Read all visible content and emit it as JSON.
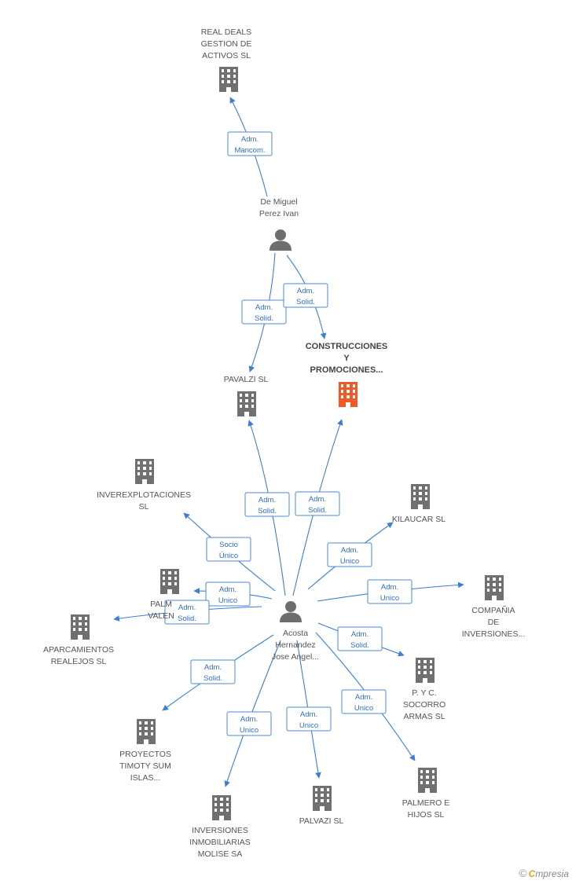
{
  "colors": {
    "company": "#707070",
    "focus_company": "#f05a28",
    "person": "#6e6e6e",
    "edge": "#3b7dd8",
    "label_border": "#4a8ad8",
    "label_text": "#2f6fc0"
  },
  "nodes": [
    {
      "id": "real_deals",
      "type": "company",
      "icon": "building-icon",
      "lines": [
        "REAL DEALS",
        "GESTION DE",
        "ACTIVOS  SL"
      ]
    },
    {
      "id": "de_miguel",
      "type": "person",
      "icon": "person-icon",
      "lines": [
        "De Miguel",
        "Perez Ivan"
      ]
    },
    {
      "id": "construcciones",
      "type": "company",
      "focus": true,
      "icon": "building-icon",
      "lines": [
        "CONSTRUCCIONES",
        "Y",
        "PROMOCIONES..."
      ]
    },
    {
      "id": "pavalzi",
      "type": "company",
      "icon": "building-icon",
      "lines": [
        "PAVALZI SL"
      ]
    },
    {
      "id": "inverexplotaciones",
      "type": "company",
      "icon": "building-icon",
      "lines": [
        "INVEREXPLOTACIONES",
        "SL"
      ]
    },
    {
      "id": "kilaucar",
      "type": "company",
      "icon": "building-icon",
      "lines": [
        "KILAUCAR SL"
      ]
    },
    {
      "id": "palmero_valencia",
      "type": "company",
      "icon": "building-icon",
      "lines": [
        "PALM",
        "VALEN"
      ]
    },
    {
      "id": "aparcamientos",
      "type": "company",
      "icon": "building-icon",
      "lines": [
        "APARCAMIENTOS",
        "REALEJOS SL"
      ]
    },
    {
      "id": "compania",
      "type": "company",
      "icon": "building-icon",
      "lines": [
        "COMPAÑIA",
        "DE",
        "INVERSIONES..."
      ]
    },
    {
      "id": "acosta",
      "type": "person",
      "icon": "person-icon",
      "lines": [
        "Acosta",
        "Hernandez",
        "Jose Angel..."
      ]
    },
    {
      "id": "pyc_socorro",
      "type": "company",
      "icon": "building-icon",
      "lines": [
        "P. Y C.",
        "SOCORRO",
        "ARMAS SL"
      ]
    },
    {
      "id": "proyectos_timoty",
      "type": "company",
      "icon": "building-icon",
      "lines": [
        "PROYECTOS",
        "TIMOTY SUM",
        "ISLAS..."
      ]
    },
    {
      "id": "palmero_hijos",
      "type": "company",
      "icon": "building-icon",
      "lines": [
        "PALMERO E",
        "HIJOS SL"
      ]
    },
    {
      "id": "palvazi",
      "type": "company",
      "icon": "building-icon",
      "lines": [
        "PALVAZI SL"
      ]
    },
    {
      "id": "inversiones_molise",
      "type": "company",
      "icon": "building-icon",
      "lines": [
        "INVERSIONES",
        "INMOBILIARIAS",
        "MOLISE SA"
      ]
    }
  ],
  "edges": [
    {
      "id": "e1",
      "from": "de_miguel",
      "to": "real_deals",
      "label": [
        "Adm.",
        "Mancom."
      ]
    },
    {
      "id": "e2",
      "from": "de_miguel",
      "to": "pavalzi",
      "label": [
        "Adm.",
        "Solid."
      ]
    },
    {
      "id": "e3",
      "from": "de_miguel",
      "to": "construcciones",
      "label": [
        "Adm.",
        "Solid."
      ]
    },
    {
      "id": "e4",
      "from": "acosta",
      "to": "pavalzi",
      "label": [
        "Adm.",
        "Solid."
      ]
    },
    {
      "id": "e5",
      "from": "acosta",
      "to": "construcciones",
      "label": [
        "Adm.",
        "Solid."
      ]
    },
    {
      "id": "e6",
      "from": "acosta",
      "to": "inverexplotaciones",
      "label": [
        "Socio",
        "Único"
      ]
    },
    {
      "id": "e7",
      "from": "acosta",
      "to": "kilaucar",
      "label": [
        "Adm.",
        "Unico"
      ]
    },
    {
      "id": "e8",
      "from": "acosta",
      "to": "palmero_valencia",
      "label": [
        "Adm.",
        "Unico"
      ]
    },
    {
      "id": "e9",
      "from": "acosta",
      "to": "aparcamientos",
      "label": [
        "Adm.",
        "Solid."
      ]
    },
    {
      "id": "e10",
      "from": "acosta",
      "to": "compania",
      "label": [
        "Adm.",
        "Unico"
      ]
    },
    {
      "id": "e11",
      "from": "acosta",
      "to": "pyc_socorro",
      "label": [
        "Adm.",
        "Solid."
      ]
    },
    {
      "id": "e12",
      "from": "acosta",
      "to": "proyectos_timoty",
      "label": [
        "Adm.",
        "Solid."
      ]
    },
    {
      "id": "e13",
      "from": "acosta",
      "to": "inversiones_molise",
      "label": [
        "Adm.",
        "Unico"
      ]
    },
    {
      "id": "e14",
      "from": "acosta",
      "to": "palvazi",
      "label": [
        "Adm.",
        "Unico"
      ]
    },
    {
      "id": "e15",
      "from": "acosta",
      "to": "palmero_hijos",
      "label": [
        "Adm.",
        "Unico"
      ]
    }
  ],
  "footer": {
    "copyright": "©",
    "brand_first": "C",
    "brand_rest": "mpresia"
  }
}
